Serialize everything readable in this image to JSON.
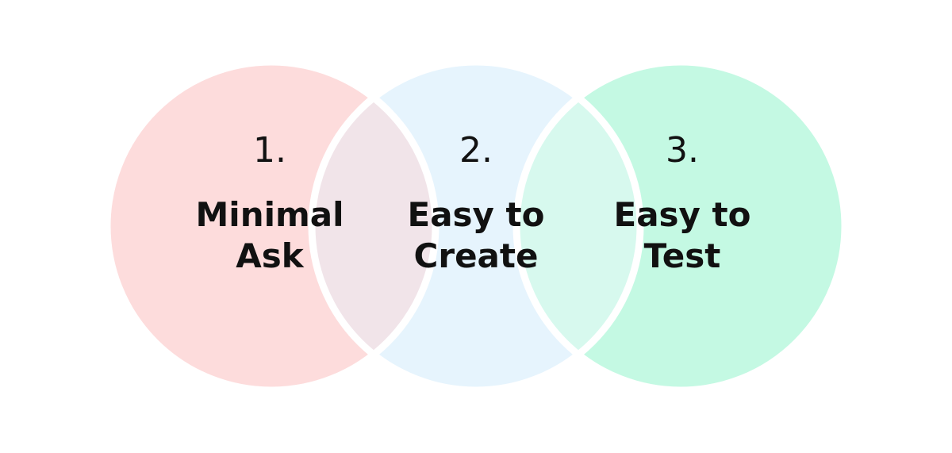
{
  "items": [
    {
      "number": "1.",
      "line1": "Minimal",
      "line2": "Ask",
      "color": "#fddcdc"
    },
    {
      "number": "2.",
      "line1": "Easy to",
      "line2": "Create",
      "color": "#e6f4fd"
    },
    {
      "number": "3.",
      "line1": "Easy to",
      "line2": "Test",
      "color": "#c4f9e3"
    }
  ],
  "overlap_colors": [
    "#f1e4e9",
    "#d7f9ee"
  ]
}
